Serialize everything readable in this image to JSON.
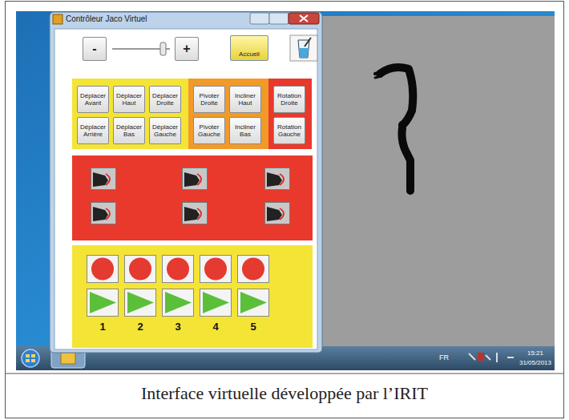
{
  "diagram": {
    "caption": "Interface virtuelle développée par l’IRIT",
    "nodes": [
      {
        "text": [
          "Contrôleur Jaco Virtuel"
        ]
      },
      {
        "text": [
          "-"
        ],
        "in": 0
      },
      {
        "text": [
          "+"
        ],
        "in": 0
      },
      {
        "text": [
          "Accueil"
        ],
        "in": 0
      },
      {
        "text": [
          "Déplacer Avant"
        ],
        "in": 0
      },
      {
        "text": [
          "Déplacer Haut"
        ],
        "in": 0
      },
      {
        "text": [
          "Déplacer Droite"
        ],
        "in": 0
      },
      {
        "text": [
          "Pivoter Droite"
        ],
        "in": 0
      },
      {
        "text": [
          "Incliner Haut"
        ],
        "in": 0
      },
      {
        "text": [
          "Rotation Droite"
        ],
        "in": 0
      },
      {
        "text": [
          "Déplacer Arrière"
        ],
        "in": 0
      },
      {
        "text": [
          "Déplacer Bas"
        ],
        "in": 0
      },
      {
        "text": [
          "Déplacer Gauche"
        ],
        "in": 0
      },
      {
        "text": [
          "Pivoter Gauche"
        ],
        "in": 0
      },
      {
        "text": [
          "Incliner Bas"
        ],
        "in": 0
      },
      {
        "text": [
          "Rotation Gauche"
        ],
        "in": 0
      }
    ],
    "labels": [
      "1",
      "2",
      "3",
      "4",
      "5",
      "FR",
      "15:21",
      "31/05/2013"
    ]
  }
}
